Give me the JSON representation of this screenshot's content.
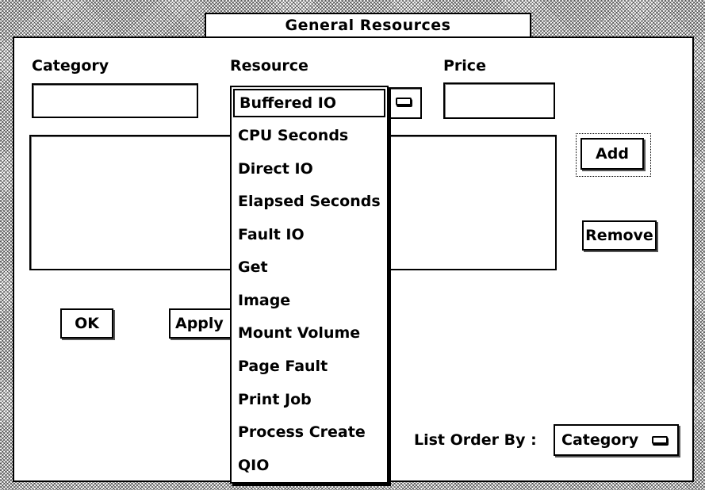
{
  "window": {
    "title": "General Resources"
  },
  "form": {
    "category_label": "Category",
    "resource_label": "Resource",
    "price_label": "Price",
    "category_value": "",
    "price_value": "",
    "resource_selected": "Buffered IO"
  },
  "buttons": {
    "add": "Add",
    "remove": "Remove",
    "ok": "OK",
    "apply": "Apply"
  },
  "list_order": {
    "label": "List Order By :",
    "selected": "Category"
  },
  "resource_menu": {
    "items": [
      "CPU Seconds",
      "Direct IO",
      "Elapsed Seconds",
      "Fault IO",
      "Get",
      "Image",
      "Mount Volume",
      "Page Fault",
      "Print Job",
      "Process Create",
      "QIO"
    ]
  }
}
